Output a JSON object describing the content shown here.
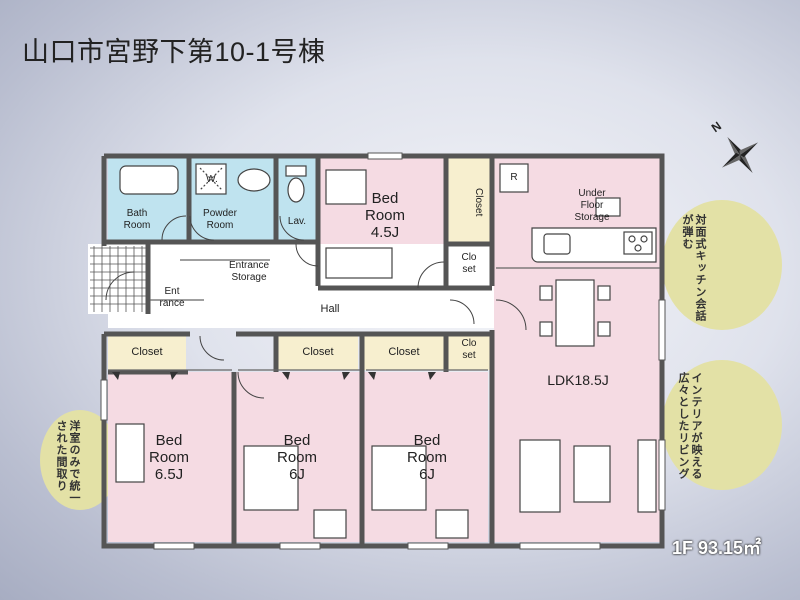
{
  "title": "山口市宮野下第10-1号棟",
  "area": "1F 93.15㎡",
  "rooms": {
    "bath": "Bath\nRoom",
    "powder": "Powder\nRoom",
    "w": "W.",
    "lav": "Lav.",
    "bed1": "Bed\nRoom\n4.5J",
    "closet_v": "Closet",
    "closet_small1": "Clo\nset",
    "closet_small2": "Clo\nset",
    "r": "R",
    "under_floor": "Under\nFloor\nStorage",
    "entrance_storage": "Entrance\nStorage",
    "entrance": "Ent\nrance",
    "hall": "Hall",
    "closet_a": "Closet",
    "closet_b": "Closet",
    "closet_c": "Closet",
    "bed2": "Bed\nRoom\n6.5J",
    "bed3": "Bed\nRoom\n6J",
    "bed4": "Bed\nRoom\n6J",
    "ldk": "LDK18.5J"
  },
  "callouts": {
    "kitchen": "対面式キッチン会話が弾む",
    "living": "インテリアが映える広々としたリビング",
    "japanese": "洋室のみで統一された間取り"
  },
  "compass": "N"
}
